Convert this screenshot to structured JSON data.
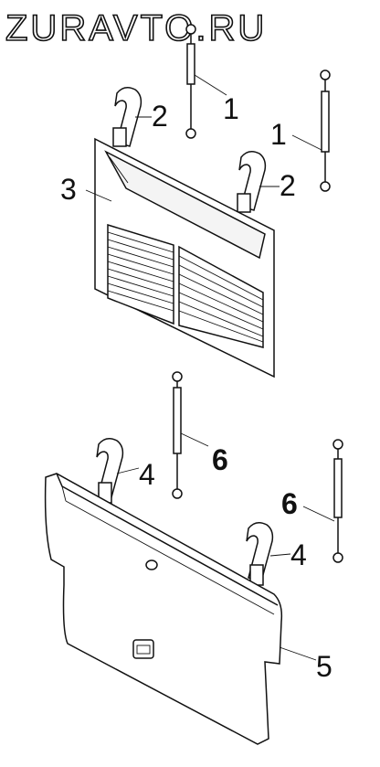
{
  "watermark": "ZURAVTO.RU",
  "callouts": {
    "strut_upper_left": "1",
    "strut_upper_right": "1",
    "hinge_upper_left": "2",
    "hinge_upper_right": "2",
    "grille_panel": "3",
    "hinge_lower_left": "4",
    "hinge_lower_right": "4",
    "lower_panel": "5",
    "strut_lower_left": "6",
    "strut_lower_right": "6"
  }
}
